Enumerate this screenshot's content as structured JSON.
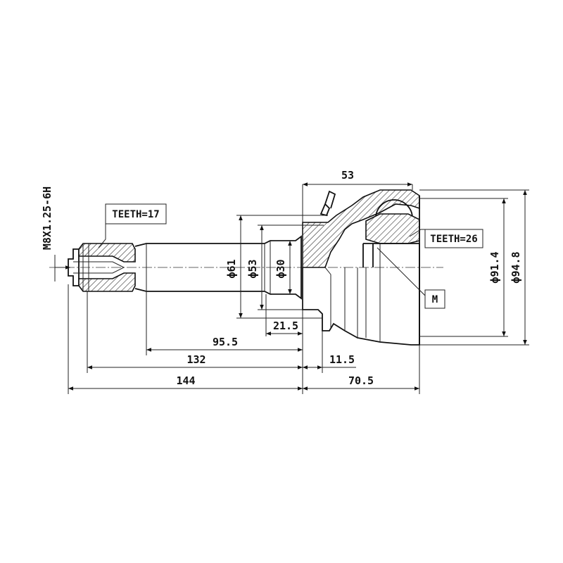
{
  "labels": {
    "thread_spec": "M8X1.25-6H",
    "teeth_shaft": "TEETH=17",
    "teeth_inner": "TEETH=26",
    "marker_m": "M"
  },
  "dimensions": {
    "width_53": "53",
    "dia_61": "ϕ61",
    "dia_53": "ϕ53",
    "dia_30": "ϕ30",
    "dia_91_4": "ϕ91.4",
    "dia_94_8": "ϕ94.8",
    "len_21_5": "21.5",
    "len_95_5": "95.5",
    "len_132": "132",
    "len_144": "144",
    "len_11_5": "11.5",
    "len_70_5": "70.5"
  }
}
